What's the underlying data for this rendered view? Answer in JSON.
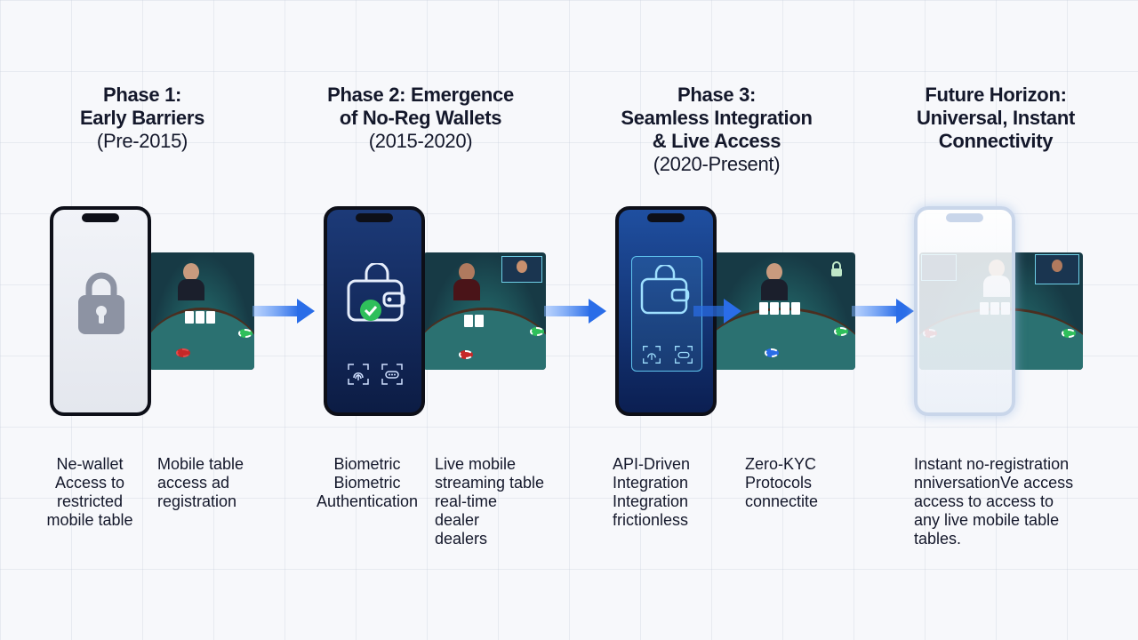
{
  "phases": [
    {
      "title": "Phase 1:",
      "title2": "Early Barriers",
      "period": "(Pre-2015)",
      "desc_left": [
        "Ne-wallet",
        "Access to",
        "restricted",
        "mobile table"
      ],
      "desc_right": [
        "Mobile table",
        "access ad",
        "registration"
      ]
    },
    {
      "title": "Phase 2: Emergence",
      "title2": "of No-Reg Wallets",
      "period": "(2015-2020)",
      "desc_left": [
        "Biometric",
        "Biometric",
        "Authentication"
      ],
      "desc_right": [
        "Live mobile",
        "streaming table",
        "real-time",
        "dealer",
        "dealers"
      ]
    },
    {
      "title": "Phase 3:",
      "title2": "Seamless Integration",
      "title3": "& Live Access",
      "period": "(2020-Present)",
      "desc_left": [
        "API-Driven",
        "Integration",
        "Integration",
        "frictionless"
      ],
      "desc_right": [
        "Zero-KYC",
        "Protocols",
        "connectite"
      ]
    },
    {
      "title": "Future Horizon:",
      "title2": "Universal, Instant",
      "title3": "Connectivity",
      "desc_left": [
        "Instant no-registration",
        "nniversationVe access",
        "access to access to",
        "any live mobile table",
        "tables."
      ]
    }
  ],
  "colors": {
    "arrow": "#2a6de8",
    "text": "#14182b",
    "phone_dark": "#0d0f18",
    "accent_green": "#2fbf5b"
  },
  "icons": [
    "lock-icon",
    "wallet-icon",
    "check-icon",
    "fingerprint-icon",
    "face-id-icon",
    "arrow-right-icon"
  ]
}
